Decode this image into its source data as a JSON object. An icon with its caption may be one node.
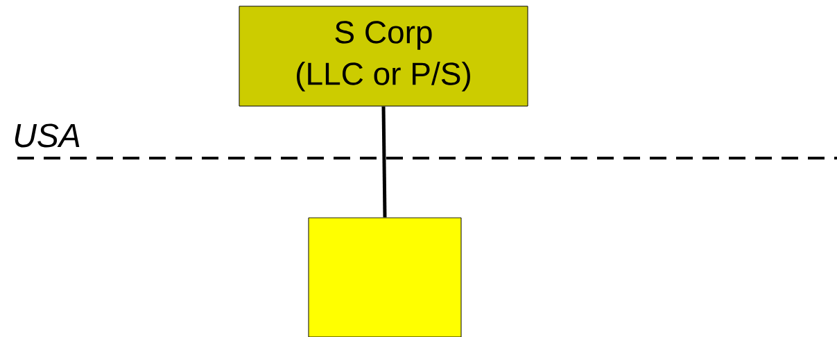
{
  "diagram": {
    "nodes": [
      {
        "text": [
          "S Corp (LLC or P/S)"
        ]
      },
      {
        "text": [],
        "shape": "box"
      }
    ],
    "edges": [
      {
        "from": 0,
        "to": 1,
        "arrow": "none"
      }
    ],
    "labels": [
      "USA"
    ]
  }
}
